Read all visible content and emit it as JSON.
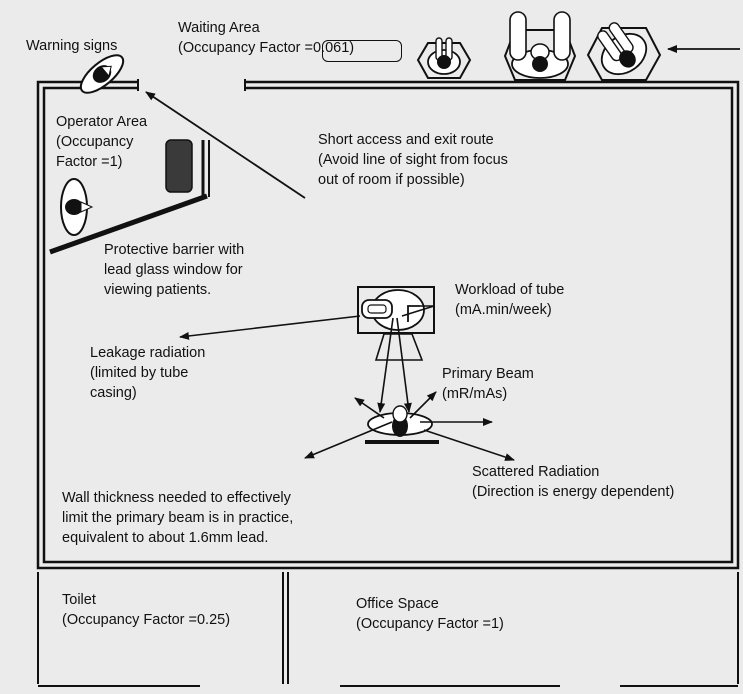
{
  "labels": {
    "waiting_area": "Waiting Area\n(Occupancy Factor =0.061)",
    "warning_signs": "Warning signs",
    "operator_area": "Operator Area\n(Occupancy\nFactor =1)",
    "access_route": "Short access and exit route\n(Avoid line of sight from focus\nout of room if possible)",
    "protective_barrier": "Protective barrier with\nlead glass window for\nviewing patients.",
    "workload": "Workload of tube\n(mA.min/week)",
    "leakage": "Leakage radiation\n(limited by tube\ncasing)",
    "primary_beam": "Primary Beam\n(mR/mAs)",
    "scattered": "Scattered Radiation\n(Direction is energy dependent)",
    "wall_thickness": "Wall thickness needed to effectively\nlimit the primary beam is in practice,\nequivalent to about 1.6mm lead.",
    "toilet": "Toilet\n(Occupancy Factor =0.25)",
    "office": "Office Space\n(Occupancy Factor =1)"
  },
  "icons": [
    "person-icon",
    "chair-icon",
    "x-ray-tube-icon",
    "patient-icon",
    "arrow-icon"
  ],
  "colors": {
    "background": "#ebebeb",
    "ink": "#111111"
  }
}
